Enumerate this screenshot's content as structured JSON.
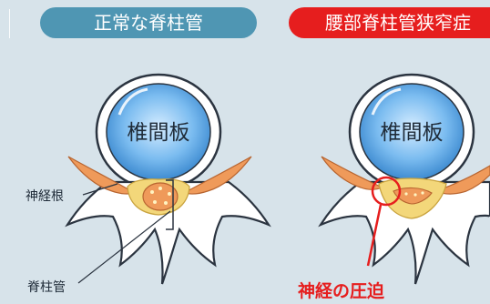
{
  "panels": {
    "normal_title": "正常な脊柱管",
    "stenosis_title": "腰部脊柱管狭窄症"
  },
  "labels": {
    "disc_left": "椎間板",
    "disc_right": "椎間板",
    "nerve_root": "神経根",
    "spinal_canal": "脊柱管",
    "compression": "神経の圧迫"
  },
  "colors": {
    "background": "#d7e3ea",
    "normal_title_bg": "#4f96b3",
    "stenosis_title_bg": "#e61e1e",
    "disc_blue": "#5aa8e6",
    "nerve_orange": "#ef9a5a",
    "ligament_yellow": "#f3d77a",
    "alert_red": "#e61e1e"
  }
}
